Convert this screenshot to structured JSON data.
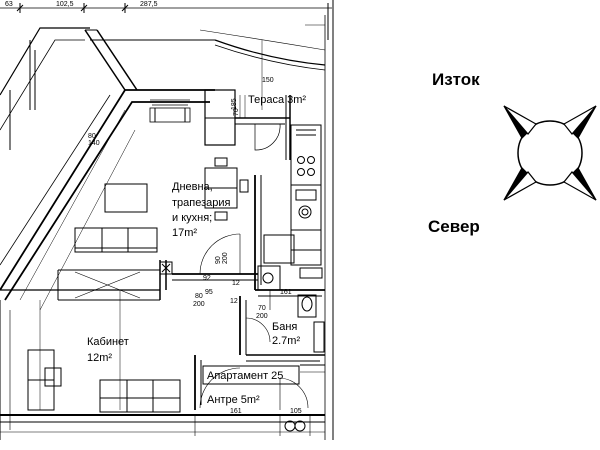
{
  "compass": {
    "east_label": "Изток",
    "north_label": "Север",
    "icon": "compass-rose-icon"
  },
  "rooms": {
    "terrace": {
      "name": "Тераса 3m²"
    },
    "living": {
      "line1": "Дневна,",
      "line2": "трапезария",
      "line3": "и кухня;",
      "area": "17m²"
    },
    "office": {
      "name": "Кабинет",
      "area": "12m²"
    },
    "bath": {
      "name": "Баня",
      "area": "2.7m²"
    },
    "apartment": {
      "name": "Апартамент 25"
    },
    "hall": {
      "name": "Антре 5m²"
    }
  },
  "dimensions": {
    "top_63": "63",
    "top_1025": "102,5",
    "top_2875": "287,5",
    "right_150": "150",
    "door_80_140": "80",
    "door_140": "140",
    "d_70": "70",
    "d_185": "185",
    "d_90": "90",
    "d_200a": "200",
    "d_92": "92",
    "d_95": "95",
    "d_12a": "12",
    "d_80b": "80",
    "d_200b": "200",
    "d_12b": "12",
    "d_161": "161",
    "d_70b": "70",
    "d_200c": "200",
    "d_105": "105",
    "bottom_161": "161",
    "bottom_105": "105"
  },
  "colors": {
    "line": "#000000",
    "background": "#ffffff"
  }
}
